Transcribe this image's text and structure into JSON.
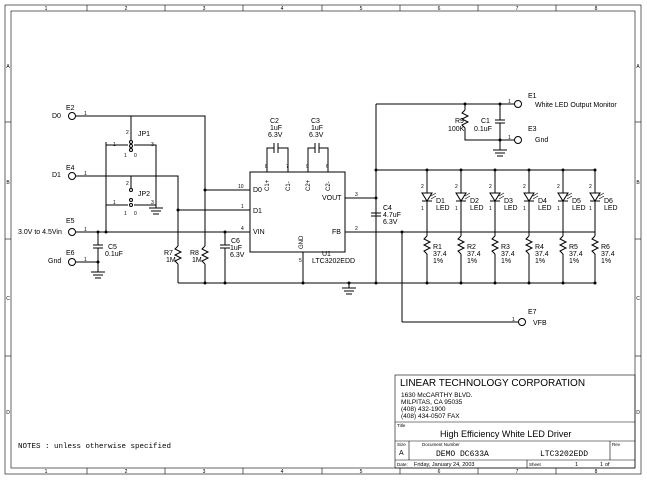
{
  "border": {
    "columns": [
      "1",
      "2",
      "3",
      "4",
      "5",
      "6",
      "7",
      "8"
    ],
    "rows": [
      "A",
      "B",
      "C",
      "D"
    ]
  },
  "terminals": {
    "e2": {
      "id": "E2",
      "pin": "1",
      "label": "D0"
    },
    "e4": {
      "id": "E4",
      "pin": "1",
      "label": "D1"
    },
    "e5": {
      "id": "E5",
      "pin": "1",
      "label": "3.0V to 4.5Vin"
    },
    "e6": {
      "id": "E6",
      "pin": "1",
      "label": "Gnd"
    },
    "e1": {
      "id": "E1",
      "pin": "1",
      "label": "White LED Output Monitor"
    },
    "e3": {
      "id": "E3",
      "pin": "1",
      "label": "Gnd"
    },
    "e7": {
      "id": "E7",
      "pin": "1",
      "label": "VFB"
    }
  },
  "jumpers": {
    "jp1": {
      "id": "JP1",
      "pins": [
        "1",
        "2",
        "3"
      ],
      "labels": [
        "1",
        "0"
      ]
    },
    "jp2": {
      "id": "JP2",
      "pins": [
        "1",
        "2",
        "3"
      ],
      "labels": [
        "1",
        "0"
      ]
    }
  },
  "ic": {
    "ref": "U1",
    "part": "LTC3202EDD",
    "pins": {
      "d0": {
        "num": "10",
        "name": "D0"
      },
      "d1": {
        "num": "1",
        "name": "D1"
      },
      "vin": {
        "num": "4",
        "name": "VIN"
      },
      "gnd": {
        "num": "5",
        "name": "GND"
      },
      "fb": {
        "num": "2",
        "name": "FB"
      },
      "vout": {
        "num": "3",
        "name": "VOUT"
      },
      "c1p": {
        "num": "8",
        "name": "C1+"
      },
      "c1m": {
        "num": "7",
        "name": "C1-"
      },
      "c2p": {
        "num": "9",
        "name": "C2+"
      },
      "c2m": {
        "num": "6",
        "name": "C2-"
      }
    }
  },
  "caps": {
    "c1": {
      "ref": "C1",
      "value": "0.1uF"
    },
    "c2": {
      "ref": "C2",
      "value": "1uF",
      "voltage": "6.3V"
    },
    "c3": {
      "ref": "C3",
      "value": "1uF",
      "voltage": "6.3V"
    },
    "c4": {
      "ref": "C4",
      "value": "4.7uF",
      "voltage": "6.3V"
    },
    "c5": {
      "ref": "C5",
      "value": "0.1uF"
    },
    "c6": {
      "ref": "C6",
      "value": "1uF",
      "voltage": "6.3V"
    }
  },
  "resistors": {
    "r7": {
      "ref": "R7",
      "value": "1M"
    },
    "r8": {
      "ref": "R8",
      "value": "1M"
    },
    "r9": {
      "ref": "R9",
      "value": "100K"
    }
  },
  "leds": [
    {
      "ref": "D1",
      "type": "LED",
      "r_ref": "R1",
      "r_value": "37.4",
      "r_tol": "1%"
    },
    {
      "ref": "D2",
      "type": "LED",
      "r_ref": "R2",
      "r_value": "37.4",
      "r_tol": "1%"
    },
    {
      "ref": "D3",
      "type": "LED",
      "r_ref": "R3",
      "r_value": "37.4",
      "r_tol": "1%"
    },
    {
      "ref": "D4",
      "type": "LED",
      "r_ref": "R4",
      "r_value": "37.4",
      "r_tol": "1%"
    },
    {
      "ref": "D5",
      "type": "LED",
      "r_ref": "R5",
      "r_value": "37.4",
      "r_tol": "1%"
    },
    {
      "ref": "D6",
      "type": "LED",
      "r_ref": "R6",
      "r_value": "37.4",
      "r_tol": "1%"
    }
  ],
  "led_pins": {
    "anode": "2",
    "cathode": "1"
  },
  "title_block": {
    "company": "LINEAR TECHNOLOGY CORPORATION",
    "address_1": "1630 McCARTHY BLVD.",
    "address_2": "MILPITAS, CA  95035",
    "phone": "(408) 432-1900",
    "fax": "(408) 434-0507 FAX",
    "title_label": "Title",
    "title": "High Efficiency White LED Driver",
    "size_label": "Size",
    "size": "A",
    "doc_label": "Document Number",
    "doc_number": "DEMO DC633A",
    "doc_part": "LTC3202EDD",
    "rev_label": "Rev",
    "date_label": "Date:",
    "date": "Friday, January 24, 2003",
    "sheet_label": "Sheet",
    "sheet": "1",
    "of_label": "of",
    "of": "1"
  },
  "notes": "NOTES : unless otherwise specified"
}
